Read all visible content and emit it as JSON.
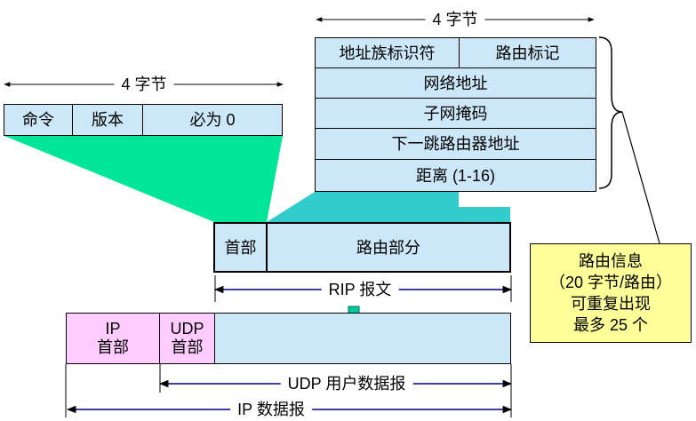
{
  "rip_entry": {
    "size_label": "4 字节",
    "fields": [
      {
        "label": "地址族标识符"
      },
      {
        "label": "路由标记"
      },
      {
        "label": "网络地址"
      },
      {
        "label": "子网掩码"
      },
      {
        "label": "下一跳路由器地址"
      },
      {
        "label": "距离 (1-16)"
      }
    ]
  },
  "rip_header": {
    "size_label": "4 字节",
    "fields": [
      {
        "label": "命令"
      },
      {
        "label": "版本"
      },
      {
        "label": "必为 0"
      }
    ]
  },
  "rip_message": {
    "header_label": "首部",
    "routing_label": "路由部分",
    "span_label": "RIP 报文"
  },
  "udp_datagram": {
    "span_label": "UDP 用户数据报",
    "header_line1": "UDP",
    "header_line2": "首部"
  },
  "ip_datagram": {
    "span_label": "IP 数据报",
    "header_line1": "IP",
    "header_line2": "首部"
  },
  "route_info": {
    "lines": [
      "路由信息",
      "（20 字节/路由）",
      "可重复出现",
      "最多 25 个"
    ]
  },
  "colors": {
    "field_fill": "#cce8f8",
    "ip_header_fill": "#ffccff",
    "teal": "#33cccc",
    "green": "#00e699",
    "info_fill": "#ffff99",
    "line_blue": "#000080"
  }
}
